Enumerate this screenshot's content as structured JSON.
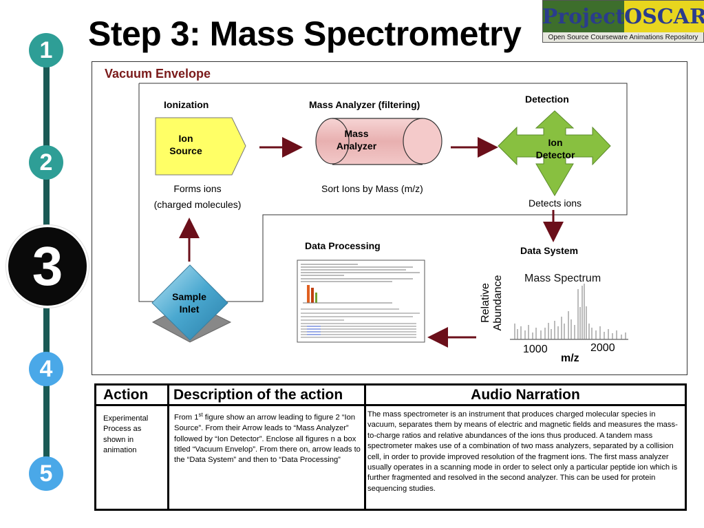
{
  "title": "Step 3: Mass Spectrometry",
  "logo": {
    "word1": "Project",
    "word2": "OSCAR",
    "subtitle": "Open Source Courseware Animations Repository"
  },
  "steps": [
    "1",
    "2",
    "3",
    "4",
    "5"
  ],
  "diagram": {
    "envelope_label": "Vacuum Envelope",
    "ionization": {
      "heading": "Ionization",
      "box": [
        "Ion",
        "Source"
      ],
      "desc": [
        "Forms ions",
        "(charged molecules)"
      ]
    },
    "analyzer": {
      "heading": "Mass Analyzer (filtering)",
      "box": [
        "Mass",
        "Analyzer"
      ],
      "desc": "Sort Ions by Mass (m/z)"
    },
    "detection": {
      "heading": "Detection",
      "box": [
        "Ion",
        "Detector"
      ],
      "desc": "Detects  ions"
    },
    "sample": [
      "Sample",
      "Inlet"
    ],
    "data_system": "Data System",
    "data_processing": "Data Processing",
    "spectrum": {
      "title": "Mass Spectrum",
      "ylabel": [
        "Relative",
        "Abundance"
      ],
      "xlabel": "m/z",
      "ticks": [
        "1000",
        "2000"
      ]
    },
    "colors": {
      "ion_source": "#ffff66",
      "analyzer": "#f0c0c0",
      "detector": "#88c040",
      "arrow": "#6b0f1a",
      "sample": "#5ab8d8"
    }
  },
  "table": {
    "headers": [
      "Action",
      "Description of the action",
      "Audio Narration"
    ],
    "action": "Experimental Process as shown in animation",
    "description_pre": "From 1",
    "description_sup": "st",
    "description_post": " figure show an arrow leading to figure 2 “Ion Source”. From their Arrow leads to “Mass Analyzer” followed by “Ion Detector”. Enclose all figures n a box titled “Vacuum Envelop”. From there on, arrow leads to the “Data System” and then to “Data Processing”",
    "narration": "The mass spectrometer is an instrument that produces charged molecular species in vacuum, separates them by means of electric and magnetic fields and measures the mass-to-charge ratios and relative abundances of the ions thus produced. A tandem mass spectrometer makes use of a combination of two mass analyzers, separated by a collision cell, in order to provide improved resolution of the fragment ions. The first mass analyzer usually operates in a scanning mode in order to select only a particular peptide ion which is further fragmented and resolved in the second analyzer. This can be used for protein sequencing studies."
  }
}
